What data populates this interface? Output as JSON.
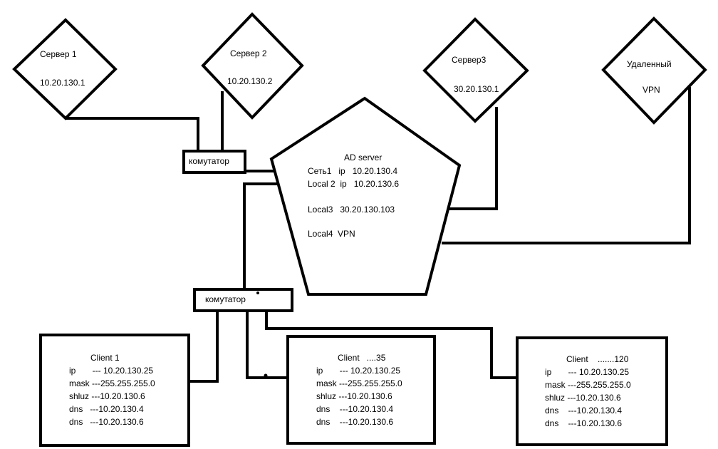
{
  "servers": [
    {
      "name": "Сервер 1",
      "ip": "10.20.130.1"
    },
    {
      "name": "Сервер 2",
      "ip": "10.20.130.2"
    },
    {
      "name": "Сервер3",
      "ip": "30.20.130.1"
    },
    {
      "name": "Удаленный",
      "ip": "VPN"
    }
  ],
  "switches": [
    {
      "label": "комутатор"
    },
    {
      "label": "комутатор"
    }
  ],
  "ad_server": {
    "title": "AD server",
    "lines": [
      "Сеть1   ip   10.20.130.4",
      "Local 2  ip   10.20.130.6",
      "Local3   30.20.130.103",
      "Local4  VPN"
    ]
  },
  "clients": [
    {
      "title": "Client 1",
      "lines": [
        "ip       --- 10.20.130.25",
        "mask ---255.255.255.0",
        "shluz ---10.20.130.6",
        "dns   ---10.20.130.4",
        "dns   ---10.20.130.6"
      ]
    },
    {
      "title": "Client   ....35",
      "lines": [
        "ip       --- 10.20.130.25",
        "mask ---255.255.255.0",
        "shluz ---10.20.130.6",
        "dns    ---10.20.130.4",
        "dns    ---10.20.130.6"
      ]
    },
    {
      "title": "Client    .......120",
      "lines": [
        "ip       --- 10.20.130.25",
        "mask ---255.255.255.0",
        "shluz ---10.20.130.6",
        "dns    ---10.20.130.4",
        "dns    ---10.20.130.6"
      ]
    }
  ]
}
